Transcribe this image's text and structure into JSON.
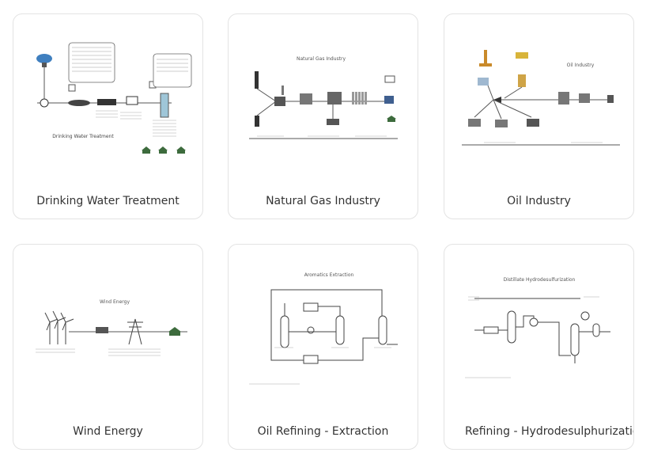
{
  "cards": [
    {
      "title": "Drinking Water Treatment",
      "diagram_title": "Drinking Water Treatment"
    },
    {
      "title": "Natural Gas Industry",
      "diagram_title": "Natural Gas Industry"
    },
    {
      "title": "Oil Industry",
      "diagram_title": "Oil Industry"
    },
    {
      "title": "Wind Energy",
      "diagram_title": "Wind Energy"
    },
    {
      "title": "Oil Refining - Extraction",
      "diagram_title": "Aromatics Extraction"
    },
    {
      "title": "Refining - Hydrodesulphurization",
      "diagram_title": "Distillate Hydrodesulfurization"
    }
  ],
  "colors": {
    "card_border": "#e3e3e3",
    "label_text": "#333333",
    "diagram_line": "#555555",
    "accent_blue": "#3f7fbf",
    "house_green": "#3d6b3d"
  }
}
